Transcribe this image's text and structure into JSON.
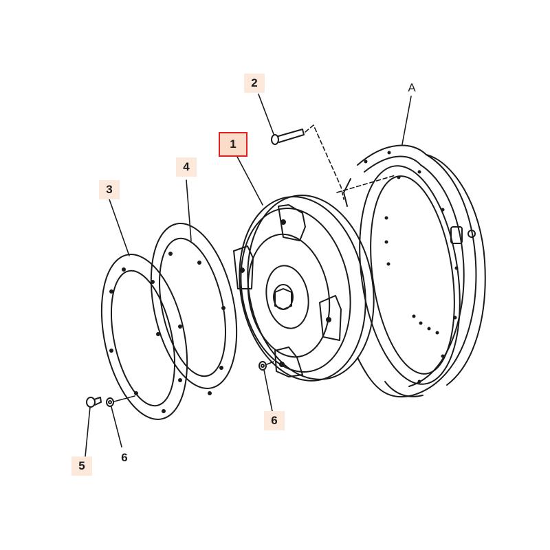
{
  "diagram": {
    "type": "exploded-parts-view",
    "subject": "Torque converter assembly",
    "colors": {
      "line": "#1a1a1a",
      "callout_fill": "#fde8dc",
      "selected_fill": "#fbdcc8",
      "selected_border": "#e02020"
    },
    "callouts": [
      {
        "id": "1",
        "label": "1",
        "part": "torque-converter",
        "selected": true
      },
      {
        "id": "2",
        "label": "2",
        "part": "bolt",
        "selected": false
      },
      {
        "id": "3",
        "label": "3",
        "part": "flex-plate",
        "selected": false
      },
      {
        "id": "4",
        "label": "4",
        "part": "flex-plate-spacer",
        "selected": false
      },
      {
        "id": "5",
        "label": "5",
        "part": "bolt",
        "selected": false
      },
      {
        "id": "6a",
        "label": "6",
        "part": "washer",
        "selected": false
      },
      {
        "id": "6b",
        "label": "6",
        "part": "washer",
        "selected": false
      },
      {
        "id": "A",
        "label": "A",
        "part": "converter-housing",
        "selected": false
      }
    ]
  }
}
